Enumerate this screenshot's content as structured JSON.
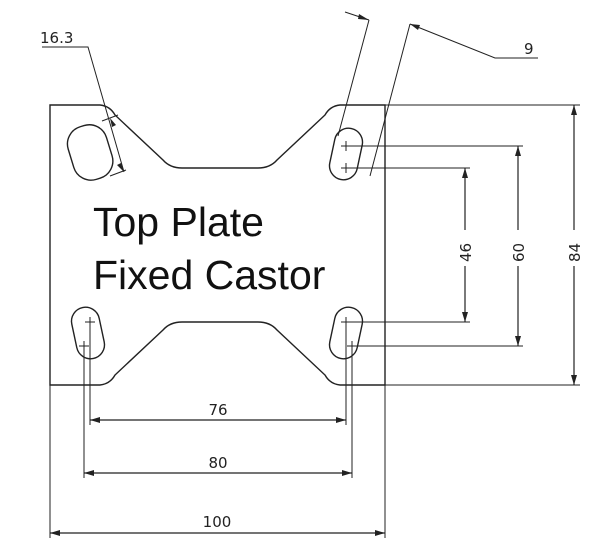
{
  "diagram": {
    "title_line1": "Top Plate",
    "title_line2": "Fixed Castor",
    "dimensions": {
      "slot_length": "16.3",
      "slot_width": "9",
      "hole_spacing_vertical_inner": "46",
      "hole_spacing_vertical_outer": "60",
      "plate_height": "84",
      "hole_spacing_horizontal_inner": "76",
      "hole_spacing_horizontal_outer": "80",
      "plate_width": "100"
    }
  }
}
